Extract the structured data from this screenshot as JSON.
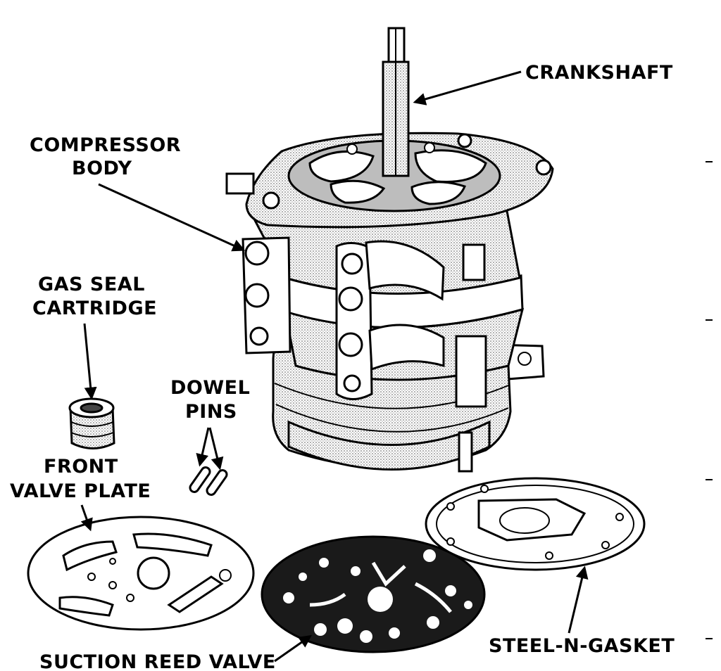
{
  "labels": {
    "crankshaft": "CRANKSHAFT",
    "compressor_body_1": "COMPRESSOR",
    "compressor_body_2": "BODY",
    "gas_seal_1": "GAS SEAL",
    "gas_seal_2": "CARTRIDGE",
    "dowel_1": "DOWEL",
    "dowel_2": "PINS",
    "front_valve_1": "FRONT",
    "front_valve_2": "VALVE PLATE",
    "suction_reed": "SUCTION REED VALVE",
    "steel_gasket": "STEEL-N-GASKET"
  },
  "colors": {
    "ink": "#000000",
    "paper": "#ffffff",
    "shade": "#d9d9d9"
  }
}
